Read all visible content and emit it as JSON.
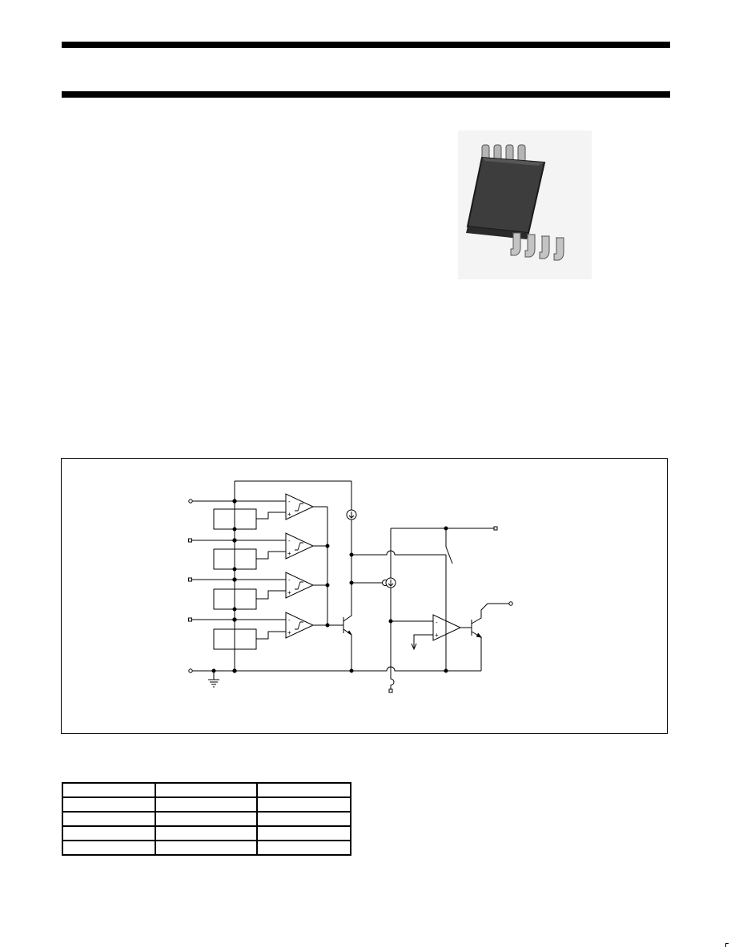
{
  "header": {
    "rules": [
      "top-rule",
      "bottom-rule"
    ]
  },
  "package_image": {
    "icon": "ic-package-8-lead-image",
    "body_color": "#3a3a3a",
    "pin_color": "#c9c9c9"
  },
  "block_diagram": {
    "icon": "battery-cell-monitor-circuit-diagram",
    "line_color": "#000000"
  },
  "ordering_table": {
    "columns": [
      "",
      "",
      ""
    ],
    "rows": [
      [
        "",
        "",
        ""
      ],
      [
        "",
        "",
        ""
      ],
      [
        "",
        "",
        ""
      ],
      [
        "",
        "",
        ""
      ]
    ]
  }
}
